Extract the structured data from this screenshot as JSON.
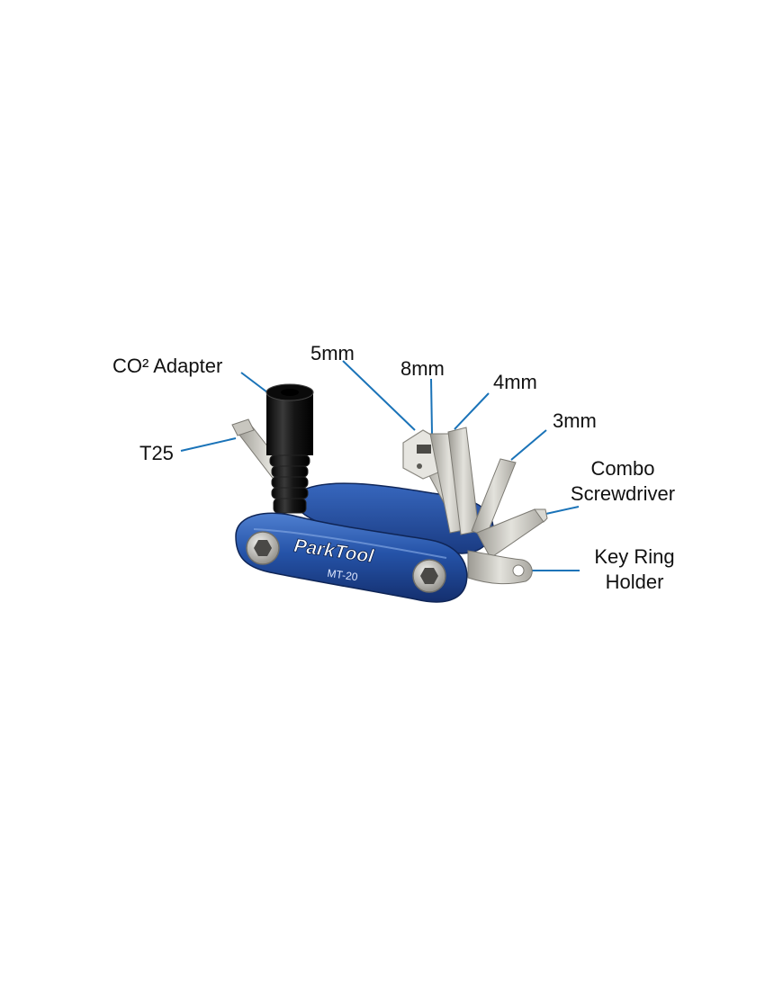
{
  "labels": {
    "co2_adapter": "CO² Adapter",
    "t25": "T25",
    "mm5": "5mm",
    "mm8": "8mm",
    "mm4": "4mm",
    "mm3": "3mm",
    "combo_line1": "Combo",
    "combo_line2": "Screwdriver",
    "keyring_line1": "Key Ring",
    "keyring_line2": "Holder"
  },
  "tool": {
    "brand": "ParkTool",
    "model": "MT-20"
  },
  "colors": {
    "leader": "#1a73b8",
    "body_blue": "#1f4ea0",
    "chrome": "#c9c9c4",
    "black": "#141414"
  }
}
